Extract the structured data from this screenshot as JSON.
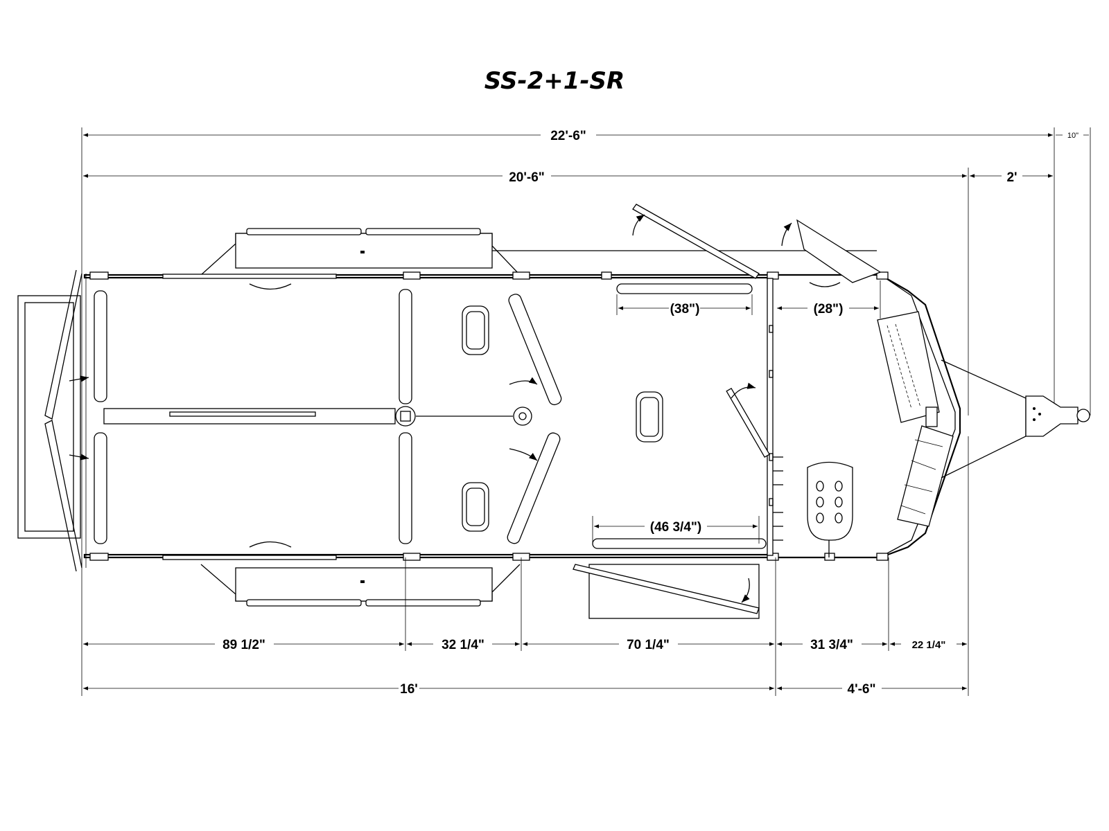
{
  "title": "SS-2+1-SR",
  "dimensions": {
    "overall_length": "22'-6\"",
    "box_length": "20'-6\"",
    "tongue": "2'",
    "coupler": "10\"",
    "tack_door_left": "(38\")",
    "tack_door_right": "(28\")",
    "side_door": "(46 3/4\")",
    "seg_1": "89 1/2\"",
    "seg_2": "32 1/4\"",
    "seg_3": "70 1/4\"",
    "seg_4": "31 3/4\"",
    "seg_5": "22 1/4\"",
    "horse_area": "16'",
    "dressing_room": "4'-6\""
  }
}
